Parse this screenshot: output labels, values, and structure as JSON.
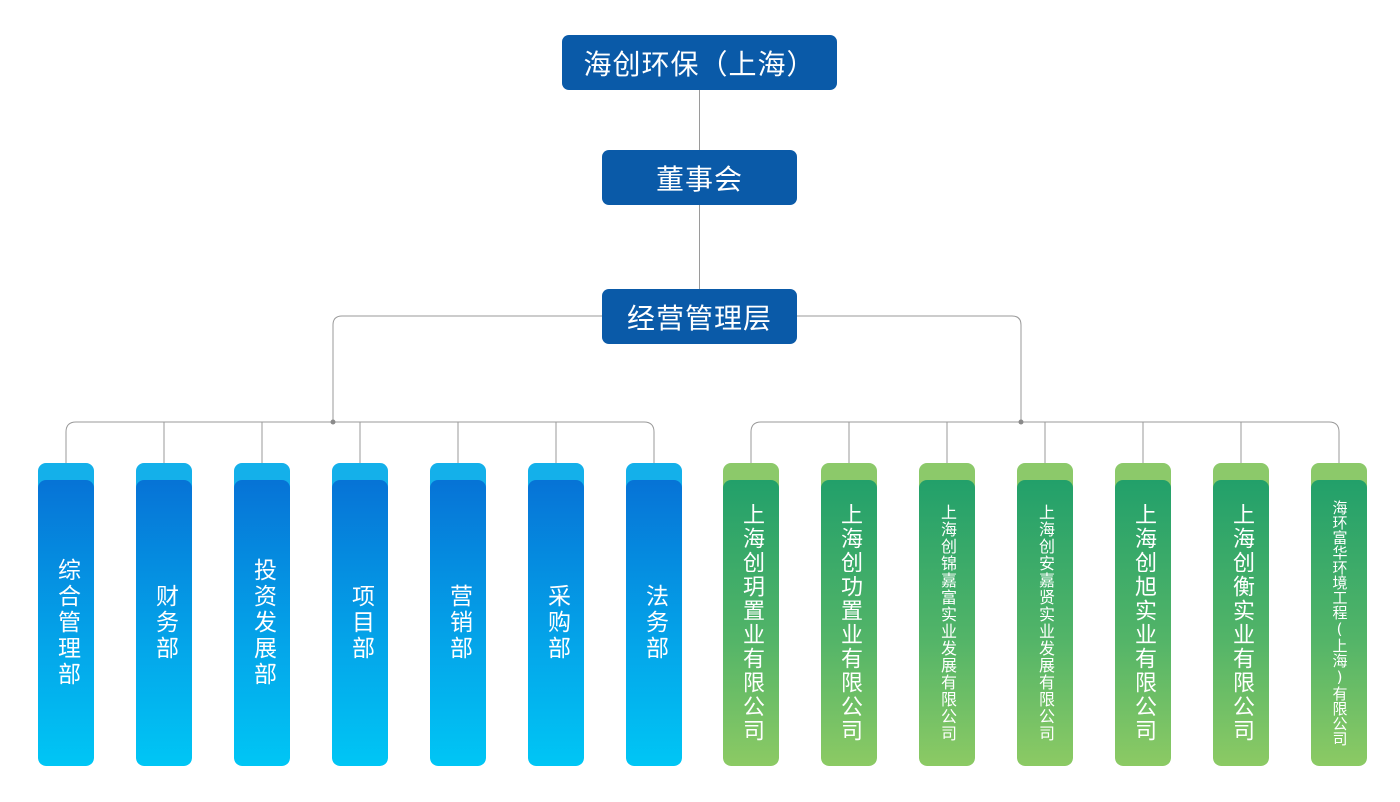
{
  "top": {
    "label": "海创环保（上海）"
  },
  "board": {
    "label": "董事会"
  },
  "management": {
    "label": "经营管理层"
  },
  "departments": [
    {
      "label": "综合管理部"
    },
    {
      "label": "财务部"
    },
    {
      "label": "投资发展部"
    },
    {
      "label": "项目部"
    },
    {
      "label": "营销部"
    },
    {
      "label": "采购部"
    },
    {
      "label": "法务部"
    }
  ],
  "subsidiaries": [
    {
      "label": "上海创玥置业有限公司"
    },
    {
      "label": "上海创功置业有限公司"
    },
    {
      "label": "上海创锦嘉富实业发展有限公司"
    },
    {
      "label": "上海创安嘉贤实业发展有限公司"
    },
    {
      "label": "上海创旭实业有限公司"
    },
    {
      "label": "上海创衡实业有限公司"
    },
    {
      "label": "海环富华环境工程(上海)有限公司"
    }
  ],
  "colors": {
    "top_nodes": "#0a5aa8",
    "departments": "#0673d6",
    "subsidiaries": "#22a06a",
    "connector": "#9a9a9a"
  }
}
